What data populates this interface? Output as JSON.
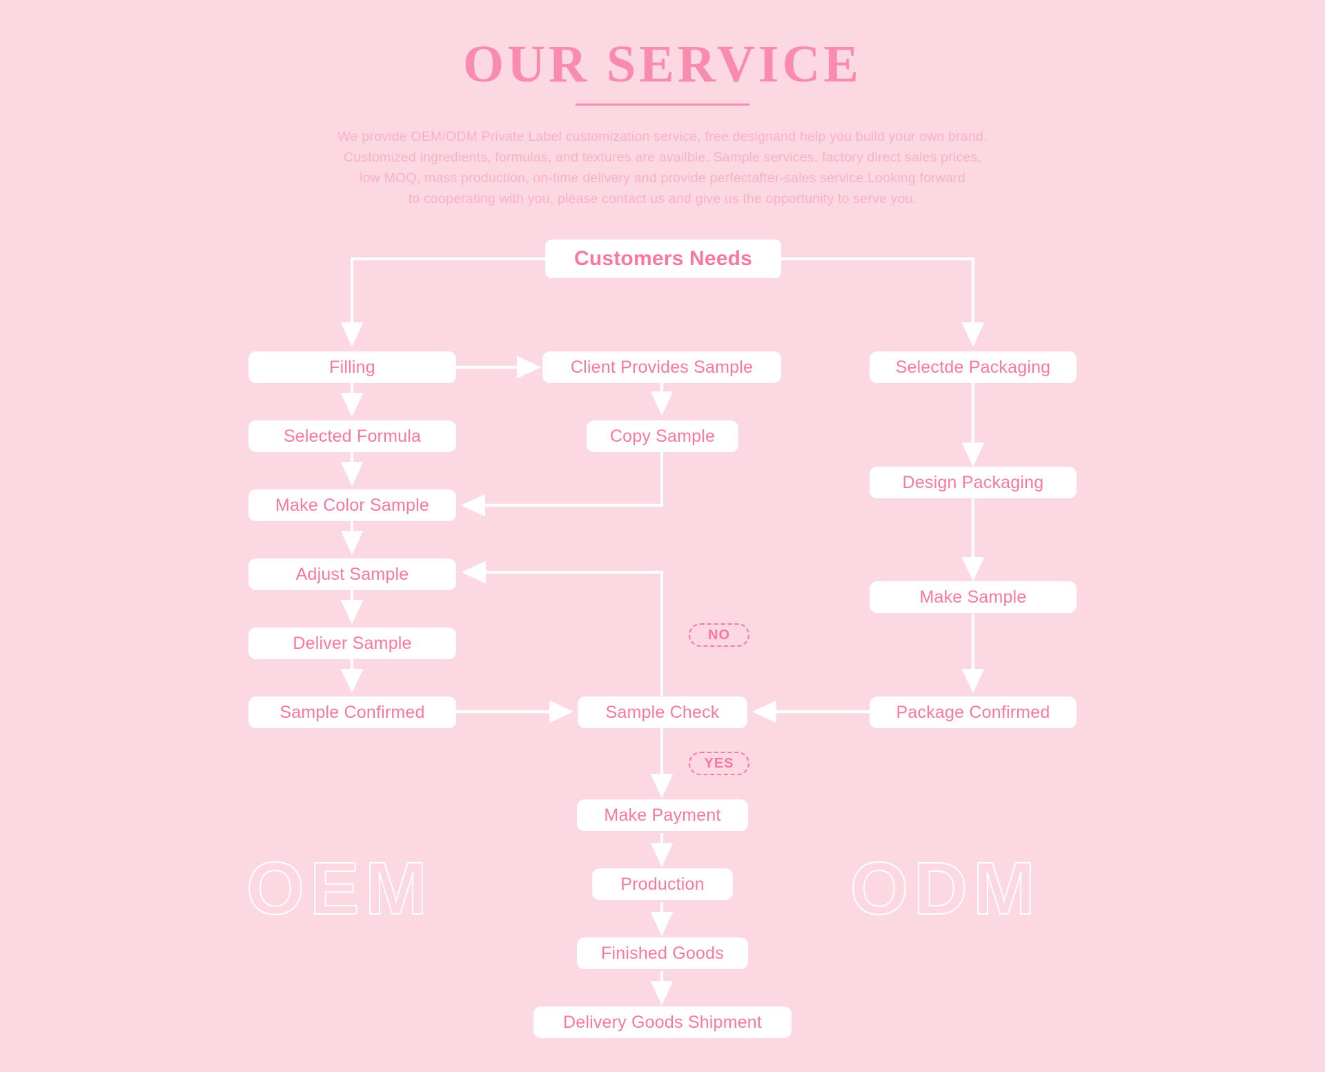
{
  "header": {
    "title": "OUR SERVICE",
    "intro_lines": [
      "We provide OEM/ODM Private Label customization service, free designand help you build your own brand.",
      "Customized ingredients, formulas, and textures are availble. Sample services, factory direct sales prices,",
      "low MOQ, mass production, on-time delivery and provide perfectafter-sales service.Looking forward",
      "to cooperating with you, please contact us and give us the opportunity to serve you."
    ]
  },
  "colors": {
    "background": "#fcd9e2",
    "accent": "#f9789f",
    "accent_soft": "#fbb0c6",
    "node_bg": "#ffffff",
    "connector": "#ffffff"
  },
  "flowchart": {
    "type": "flowchart",
    "root": {
      "id": "customers-needs",
      "label": "Customers Needs"
    },
    "nodes": [
      {
        "id": "customers-needs",
        "label": "Customers Needs",
        "column": "center",
        "row": 0
      },
      {
        "id": "filling",
        "label": "Filling",
        "column": "left",
        "row": 1
      },
      {
        "id": "client-provides-sample",
        "label": "Client Provides Sample",
        "column": "center",
        "row": 1
      },
      {
        "id": "selectde-packaging",
        "label": "Selectde Packaging",
        "column": "right",
        "row": 1
      },
      {
        "id": "selected-formula",
        "label": "Selected Formula",
        "column": "left",
        "row": 2
      },
      {
        "id": "copy-sample",
        "label": "Copy Sample",
        "column": "center",
        "row": 2
      },
      {
        "id": "make-color-sample",
        "label": "Make Color Sample",
        "column": "left",
        "row": 3
      },
      {
        "id": "design-packaging",
        "label": "Design Packaging",
        "column": "right",
        "row": 3
      },
      {
        "id": "adjust-sample",
        "label": "Adjust Sample",
        "column": "left",
        "row": 4
      },
      {
        "id": "make-sample",
        "label": "Make Sample",
        "column": "right",
        "row": 4
      },
      {
        "id": "deliver-sample",
        "label": "Deliver Sample",
        "column": "left",
        "row": 5
      },
      {
        "id": "sample-confirmed",
        "label": "Sample Confirmed",
        "column": "left",
        "row": 6
      },
      {
        "id": "sample-check",
        "label": "Sample Check",
        "column": "center",
        "row": 6
      },
      {
        "id": "package-confirmed",
        "label": "Package Confirmed",
        "column": "right",
        "row": 6
      },
      {
        "id": "make-payment",
        "label": "Make Payment",
        "column": "center",
        "row": 7
      },
      {
        "id": "production",
        "label": "Production",
        "column": "center",
        "row": 8
      },
      {
        "id": "finished-goods",
        "label": "Finished Goods",
        "column": "center",
        "row": 9
      },
      {
        "id": "delivery-goods-shipment",
        "label": "Delivery Goods Shipment",
        "column": "center",
        "row": 10
      }
    ],
    "edge_labels": [
      {
        "id": "no-label",
        "label": "NO"
      },
      {
        "id": "yes-label",
        "label": "YES"
      }
    ],
    "edges": [
      {
        "from": "customers-needs",
        "to": "filling"
      },
      {
        "from": "customers-needs",
        "to": "selectde-packaging"
      },
      {
        "from": "filling",
        "to": "client-provides-sample"
      },
      {
        "from": "filling",
        "to": "selected-formula"
      },
      {
        "from": "client-provides-sample",
        "to": "copy-sample"
      },
      {
        "from": "copy-sample",
        "to": "make-color-sample"
      },
      {
        "from": "selected-formula",
        "to": "make-color-sample"
      },
      {
        "from": "make-color-sample",
        "to": "adjust-sample"
      },
      {
        "from": "adjust-sample",
        "to": "deliver-sample"
      },
      {
        "from": "deliver-sample",
        "to": "sample-confirmed"
      },
      {
        "from": "sample-confirmed",
        "to": "sample-check"
      },
      {
        "from": "selectde-packaging",
        "to": "design-packaging"
      },
      {
        "from": "design-packaging",
        "to": "make-sample"
      },
      {
        "from": "make-sample",
        "to": "package-confirmed"
      },
      {
        "from": "package-confirmed",
        "to": "sample-check"
      },
      {
        "from": "sample-check",
        "to": "adjust-sample",
        "label": "NO"
      },
      {
        "from": "sample-check",
        "to": "make-payment",
        "label": "YES"
      },
      {
        "from": "make-payment",
        "to": "production"
      },
      {
        "from": "production",
        "to": "finished-goods"
      },
      {
        "from": "finished-goods",
        "to": "delivery-goods-shipment"
      }
    ]
  },
  "watermarks": [
    {
      "id": "oem-watermark",
      "label": "OEM"
    },
    {
      "id": "odm-watermark",
      "label": "ODM"
    }
  ]
}
